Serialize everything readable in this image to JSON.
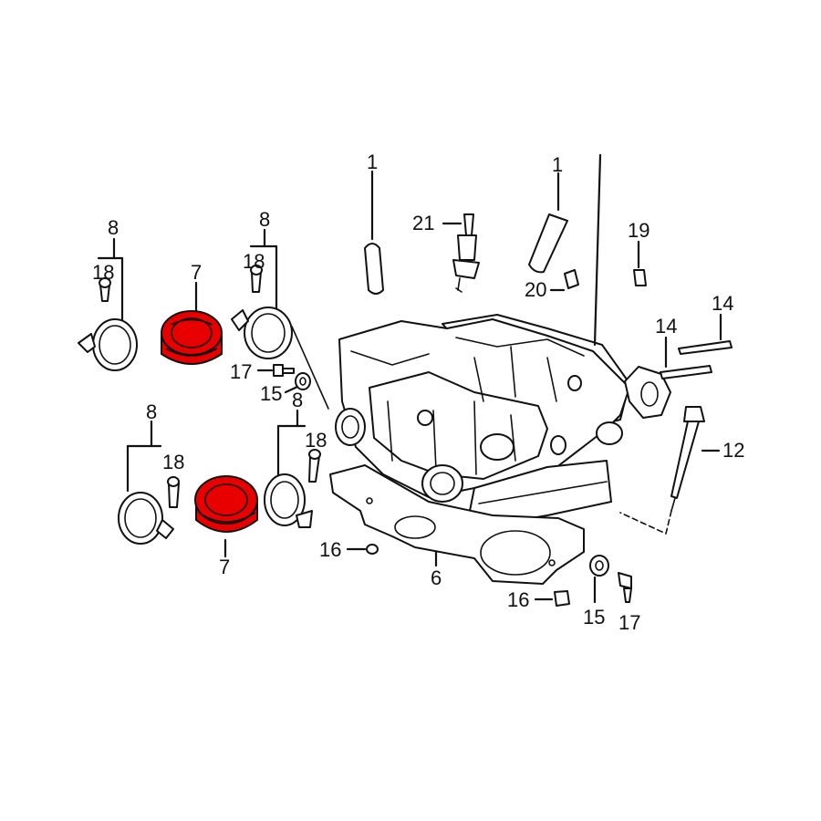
{
  "diagram": {
    "callouts": {
      "c1a": "1",
      "c1b": "1",
      "c21": "21",
      "c19": "19",
      "c20": "20",
      "c14a": "14",
      "c14b": "14",
      "c12": "12",
      "c8_tl": "8",
      "c18_tl": "18",
      "c7_top": "7",
      "c8_tm": "8",
      "c18_tm": "18",
      "c17_top": "17",
      "c15_top": "15",
      "c8_mid": "8",
      "c18_mid": "18",
      "c8_bl": "8",
      "c18_bl": "18",
      "c7_bot": "7",
      "c16_left": "16",
      "c6": "6",
      "c16_bot": "16",
      "c15_bot": "15",
      "c17_bot": "17"
    },
    "highlight_color": "#e80000"
  }
}
